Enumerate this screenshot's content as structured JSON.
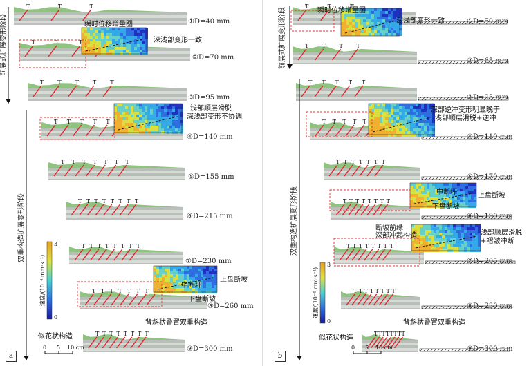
{
  "panels": [
    {
      "id": "a",
      "label": "a",
      "phase_labels": [
        "前展式扩展变形阶段",
        "双重构造扩展变形阶段"
      ],
      "stages": [
        {
          "label": "①D=40 mm"
        },
        {
          "label": "②D=70 mm"
        },
        {
          "label": "③D=95 mm"
        },
        {
          "label": "④D=140 mm"
        },
        {
          "label": "⑤D=155 mm"
        },
        {
          "label": "⑥D=215 mm"
        },
        {
          "label": "⑦D=230 mm"
        },
        {
          "label": "⑧D=260 mm"
        },
        {
          "label": "⑨D=300 mm"
        }
      ],
      "annotations": [
        "瞬时位移增量图",
        "深浅部变形一致",
        "浅部顺层滑脱",
        "深浅部变形不协调",
        "中断坪",
        "上盘断坡",
        "下盘断坡",
        "背斜状叠置双重构造",
        "似花状构造"
      ],
      "colorbar": {
        "title": "速度/(10⁻⁴ mm·s⁻¹)",
        "max": "3",
        "min": "0"
      },
      "scalebar": [
        "0",
        "5",
        "10 cm"
      ]
    },
    {
      "id": "b",
      "label": "b",
      "phase_labels": [
        "前展式扩展变形阶段",
        "双重构造扩展变形阶段"
      ],
      "stages": [
        {
          "label": "①D=50 mm"
        },
        {
          "label": "②D=65 mm"
        },
        {
          "label": "③D=95 mm"
        },
        {
          "label": "④D=110 mm"
        },
        {
          "label": "⑤D=170 mm"
        },
        {
          "label": "⑥D=190 mm"
        },
        {
          "label": "⑦D=205 mm"
        },
        {
          "label": "⑧D=230 mm"
        },
        {
          "label": "⑨D=300 mm"
        }
      ],
      "annotations": [
        "瞬时位移增量图",
        "深浅部变形一致",
        "深部逆冲变形明显晚于",
        "浅部顺层滑脱+逆冲",
        "中断坪",
        "上盘断坡",
        "下盘断坡",
        "断坡前缘",
        "深部冲起构造",
        "浅部顺层滑脱",
        "+褶皱冲断",
        "背斜状叠置双重构造",
        "似花状构造"
      ],
      "colorbar": {
        "title": "速度/(10⁻⁴ mm·s⁻¹)",
        "max": "3",
        "min": "0"
      },
      "scalebar": [
        "0",
        "5",
        "10 cm"
      ]
    }
  ],
  "colors": {
    "fault": "#e8202a",
    "dashed_box": "#e53030",
    "green_top": "#7cb86a",
    "gray_layer": "#b8beb8"
  }
}
